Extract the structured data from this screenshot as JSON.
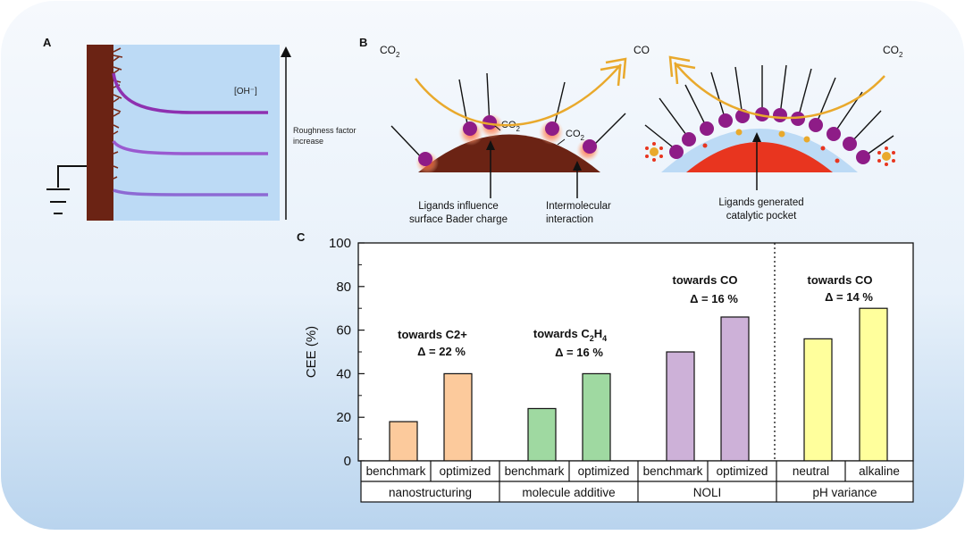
{
  "colors": {
    "bg_top": "#f6f9fd",
    "bg_bottom": "#b9d4ee",
    "electrode": "#6b2314",
    "electrolyte": "#bcdaf5",
    "ligand_purple": "#8e1c87",
    "arrow_orange": "#e9a92c",
    "catalyst_dark": "#6b2314",
    "catalyst_red": "#e8351f",
    "shell_blue": "#bcdaf5",
    "bar_orange": "#fcca9c",
    "bar_green": "#9fd9a1",
    "bar_purple": "#cdb1d8",
    "bar_yellow": "#ffff9c"
  },
  "panelA": {
    "label": "A",
    "oh_label": "[OH⁻]",
    "roughness_label_1": "Roughness factor",
    "roughness_label_2": "increase"
  },
  "panelB": {
    "label": "B",
    "co2_left": "CO",
    "co2_left_sub": "2",
    "co_mid": "CO",
    "co2_right": "CO",
    "co2_right_sub": "2",
    "co2_surface_1": "CO",
    "co2_surface_1_sub": "2",
    "co2_surface_2": "CO",
    "co2_surface_2_sub": "2",
    "ligands_bader_1": "Ligands influence",
    "ligands_bader_2": "surface Bader charge",
    "intermolecular_1": "Intermolecular",
    "intermolecular_2": "interaction",
    "pocket_1": "Ligands generated",
    "pocket_2": "catalytic pocket"
  },
  "panelC": {
    "label": "C"
  },
  "chart_data": {
    "type": "bar",
    "ylabel": "CEE (%)",
    "ylim": [
      0,
      100
    ],
    "yticks": [
      "0",
      "20",
      "40",
      "60",
      "80",
      "100"
    ],
    "categories": [
      "benchmark",
      "optimized",
      "benchmark",
      "optimized",
      "benchmark",
      "optimized",
      "neutral",
      "alkaline"
    ],
    "values": [
      18,
      40,
      24,
      40,
      50,
      66,
      56,
      70
    ],
    "groups": [
      {
        "name": "nanostructuring",
        "annotation_1": "towards C2+",
        "annotation_2": "Δ = 22 %"
      },
      {
        "name": "molecule additive",
        "annotation_1": "towards C",
        "annotation_1_sub1": "2",
        "annotation_1_mid": "H",
        "annotation_1_sub2": "4",
        "annotation_2": "Δ = 16 %"
      },
      {
        "name": "NOLI",
        "annotation_1": "towards CO",
        "annotation_2": "Δ = 16 %"
      },
      {
        "name": "pH variance",
        "annotation_1": "towards CO",
        "annotation_2": "Δ = 14 %"
      }
    ],
    "grid": false,
    "divider_between_groups": "NOLI | pH variance"
  }
}
